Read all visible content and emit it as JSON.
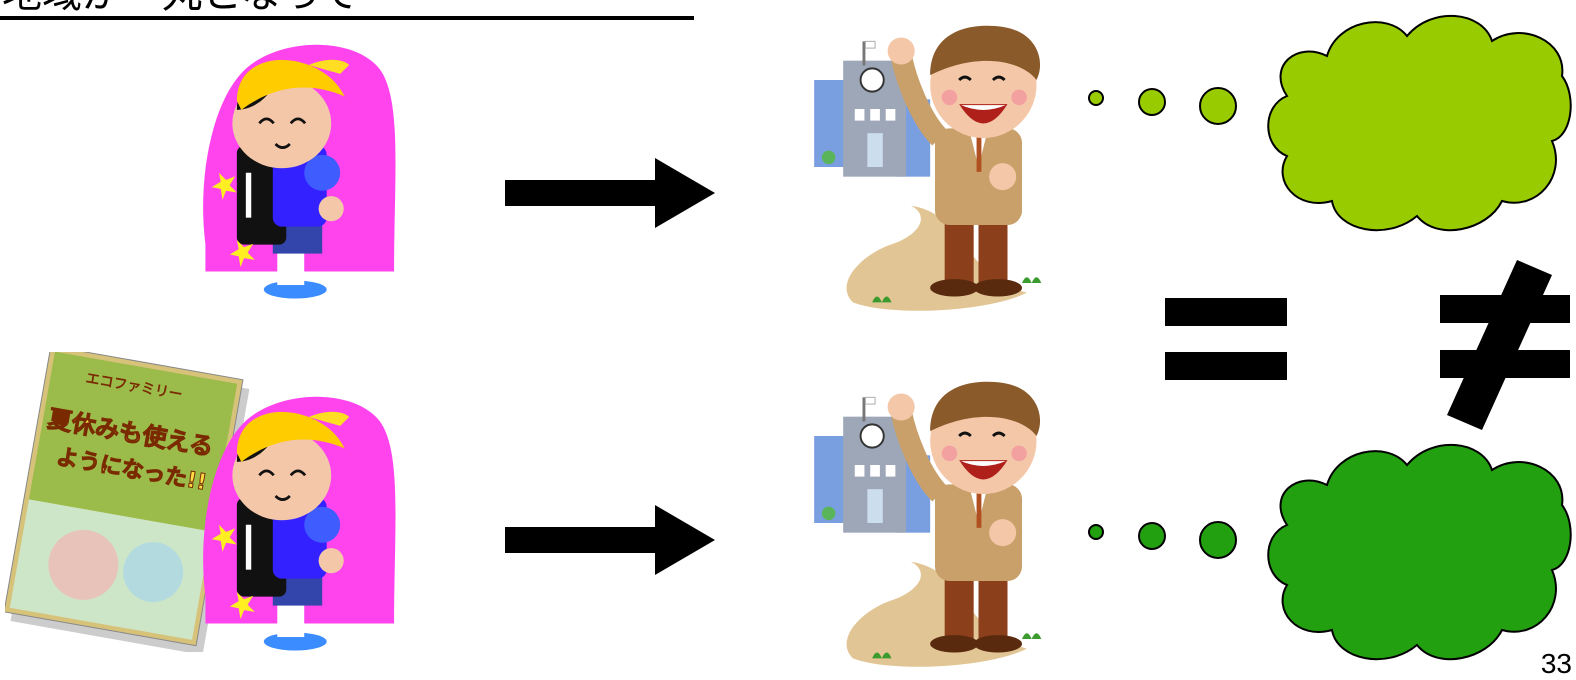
{
  "slide": {
    "title": "地域が一丸となって",
    "page_number": "33"
  },
  "flyer": {
    "header": "エコファミリー",
    "line1": "夏休みも使える",
    "line2": "ようになった!!"
  },
  "symbols": {
    "equal": "=",
    "not_equal": "≠"
  },
  "colors": {
    "aura": "#ff44ee",
    "cloud_top": "#99cc00",
    "cloud_bottom": "#22a010",
    "arrow": "#000000"
  },
  "icons": [
    "child-figure-icon",
    "flyer-icon",
    "arrow-right-icon",
    "school-building-icon",
    "student-figure-icon",
    "thought-cloud-icon"
  ]
}
